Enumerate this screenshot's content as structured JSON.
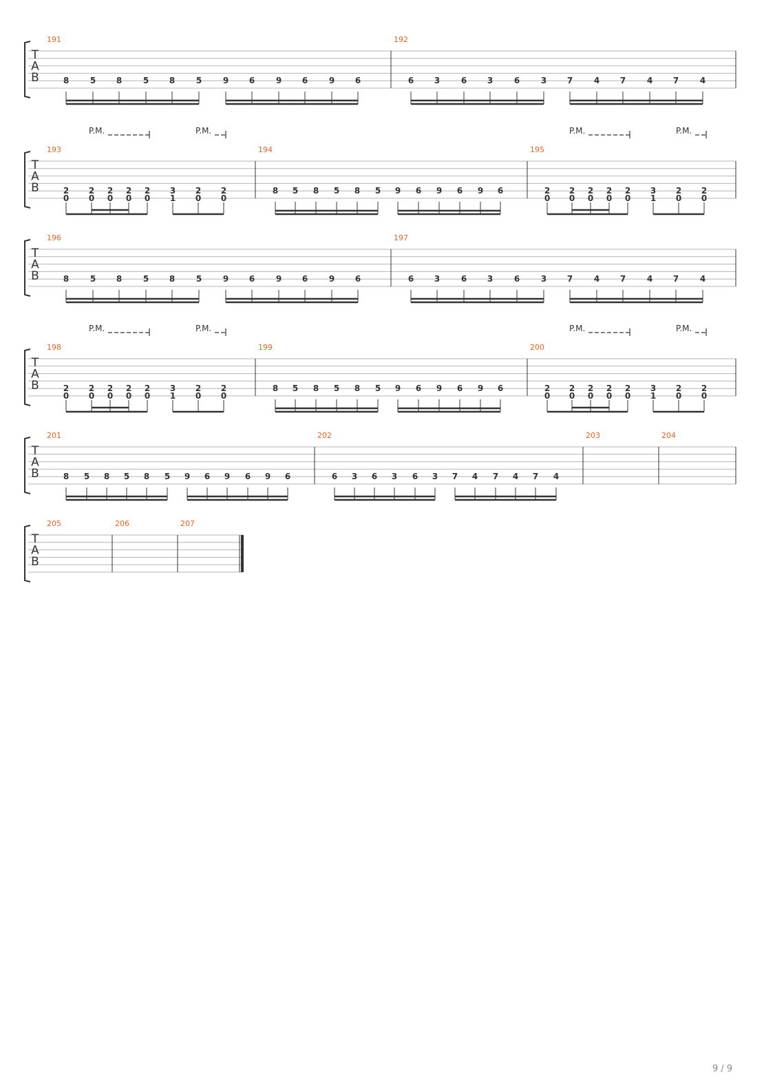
{
  "page": {
    "number_label": "9 / 9"
  },
  "colors": {
    "measure_number": "#e8622a",
    "ink": "#333333",
    "staff_line": "#b4b4b4"
  },
  "tab_clef": [
    "T",
    "A",
    "B"
  ],
  "palm_mute_label": "P.M.",
  "systems": [
    {
      "measures": [
        {
          "number": "191",
          "pattern": "A"
        },
        {
          "number": "192",
          "pattern": "B"
        }
      ]
    },
    {
      "palm_mutes": true,
      "measures": [
        {
          "number": "193",
          "pattern": "C"
        },
        {
          "number": "194",
          "pattern": "A"
        },
        {
          "number": "195",
          "pattern": "C"
        }
      ]
    },
    {
      "measures": [
        {
          "number": "196",
          "pattern": "A"
        },
        {
          "number": "197",
          "pattern": "B"
        }
      ]
    },
    {
      "palm_mutes": true,
      "measures": [
        {
          "number": "198",
          "pattern": "C"
        },
        {
          "number": "199",
          "pattern": "A"
        },
        {
          "number": "200",
          "pattern": "C"
        }
      ]
    },
    {
      "measures": [
        {
          "number": "201",
          "pattern": "A"
        },
        {
          "number": "202",
          "pattern": "B"
        },
        {
          "number": "203",
          "pattern": "rest"
        },
        {
          "number": "204",
          "pattern": "rest"
        }
      ]
    },
    {
      "final": true,
      "measures": [
        {
          "number": "205",
          "pattern": "rest"
        },
        {
          "number": "206",
          "pattern": "rest"
        },
        {
          "number": "207",
          "pattern": "rest"
        }
      ]
    }
  ],
  "patterns": {
    "A": {
      "groups": [
        [
          {
            "s": 5,
            "f": "8"
          },
          {
            "s": 5,
            "f": "5"
          },
          {
            "s": 5,
            "f": "8"
          },
          {
            "s": 5,
            "f": "5"
          },
          {
            "s": 5,
            "f": "8"
          },
          {
            "s": 5,
            "f": "5"
          }
        ],
        [
          {
            "s": 5,
            "f": "9"
          },
          {
            "s": 5,
            "f": "6"
          },
          {
            "s": 5,
            "f": "9"
          },
          {
            "s": 5,
            "f": "6"
          },
          {
            "s": 5,
            "f": "9"
          },
          {
            "s": 5,
            "f": "6"
          }
        ]
      ]
    },
    "B": {
      "groups": [
        [
          {
            "s": 5,
            "f": "6"
          },
          {
            "s": 5,
            "f": "3"
          },
          {
            "s": 5,
            "f": "6"
          },
          {
            "s": 5,
            "f": "3"
          },
          {
            "s": 5,
            "f": "6"
          },
          {
            "s": 5,
            "f": "3"
          }
        ],
        [
          {
            "s": 5,
            "f": "7"
          },
          {
            "s": 5,
            "f": "4"
          },
          {
            "s": 5,
            "f": "7"
          },
          {
            "s": 5,
            "f": "4"
          },
          {
            "s": 5,
            "f": "7"
          },
          {
            "s": 5,
            "f": "4"
          }
        ]
      ]
    },
    "C": {
      "groups": [
        [
          {
            "top": "2",
            "bot": "0"
          },
          {
            "top": "2",
            "bot": "0"
          },
          {
            "top": "2",
            "bot": "0"
          },
          {
            "top": "2",
            "bot": "0"
          },
          {
            "top": "2",
            "bot": "0"
          }
        ],
        [
          {
            "top": "3",
            "bot": "1"
          },
          {
            "top": "2",
            "bot": "0"
          },
          {
            "top": "2",
            "bot": "0"
          }
        ]
      ]
    }
  }
}
